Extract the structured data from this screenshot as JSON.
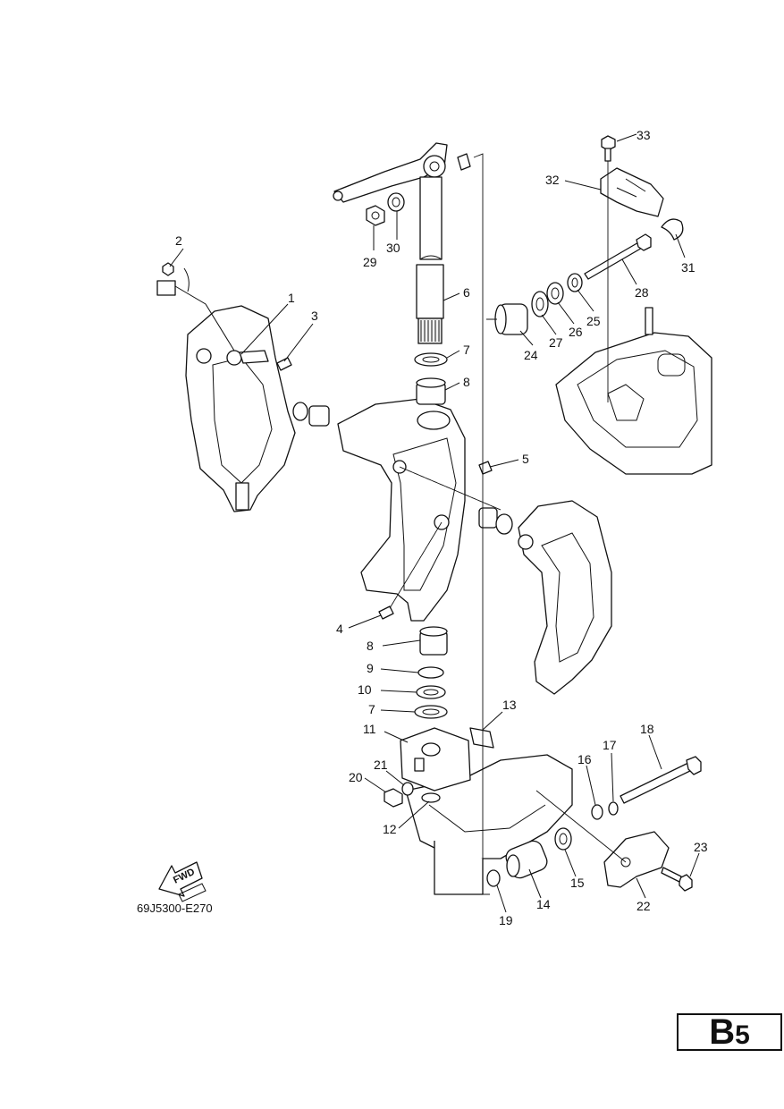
{
  "diagram": {
    "code": "69J5300-E270",
    "fwd_label": "FWD",
    "page_tag": {
      "letter": "B",
      "number": "5"
    },
    "callouts": [
      {
        "id": "1",
        "text": "1"
      },
      {
        "id": "2",
        "text": "2"
      },
      {
        "id": "3",
        "text": "3"
      },
      {
        "id": "4",
        "text": "4"
      },
      {
        "id": "5",
        "text": "5"
      },
      {
        "id": "6",
        "text": "6"
      },
      {
        "id": "7a",
        "text": "7"
      },
      {
        "id": "7b",
        "text": "7"
      },
      {
        "id": "8a",
        "text": "8"
      },
      {
        "id": "8b",
        "text": "8"
      },
      {
        "id": "9",
        "text": "9"
      },
      {
        "id": "10",
        "text": "10"
      },
      {
        "id": "11",
        "text": "11"
      },
      {
        "id": "12",
        "text": "12"
      },
      {
        "id": "13",
        "text": "13"
      },
      {
        "id": "14",
        "text": "14"
      },
      {
        "id": "15",
        "text": "15"
      },
      {
        "id": "16",
        "text": "16"
      },
      {
        "id": "17",
        "text": "17"
      },
      {
        "id": "18",
        "text": "18"
      },
      {
        "id": "19",
        "text": "19"
      },
      {
        "id": "20",
        "text": "20"
      },
      {
        "id": "21",
        "text": "21"
      },
      {
        "id": "22",
        "text": "22"
      },
      {
        "id": "23",
        "text": "23"
      },
      {
        "id": "24",
        "text": "24"
      },
      {
        "id": "25",
        "text": "25"
      },
      {
        "id": "26",
        "text": "26"
      },
      {
        "id": "27",
        "text": "27"
      },
      {
        "id": "28",
        "text": "28"
      },
      {
        "id": "29",
        "text": "29"
      },
      {
        "id": "30",
        "text": "30"
      },
      {
        "id": "31",
        "text": "31"
      },
      {
        "id": "32",
        "text": "32"
      },
      {
        "id": "33",
        "text": "33"
      }
    ]
  }
}
